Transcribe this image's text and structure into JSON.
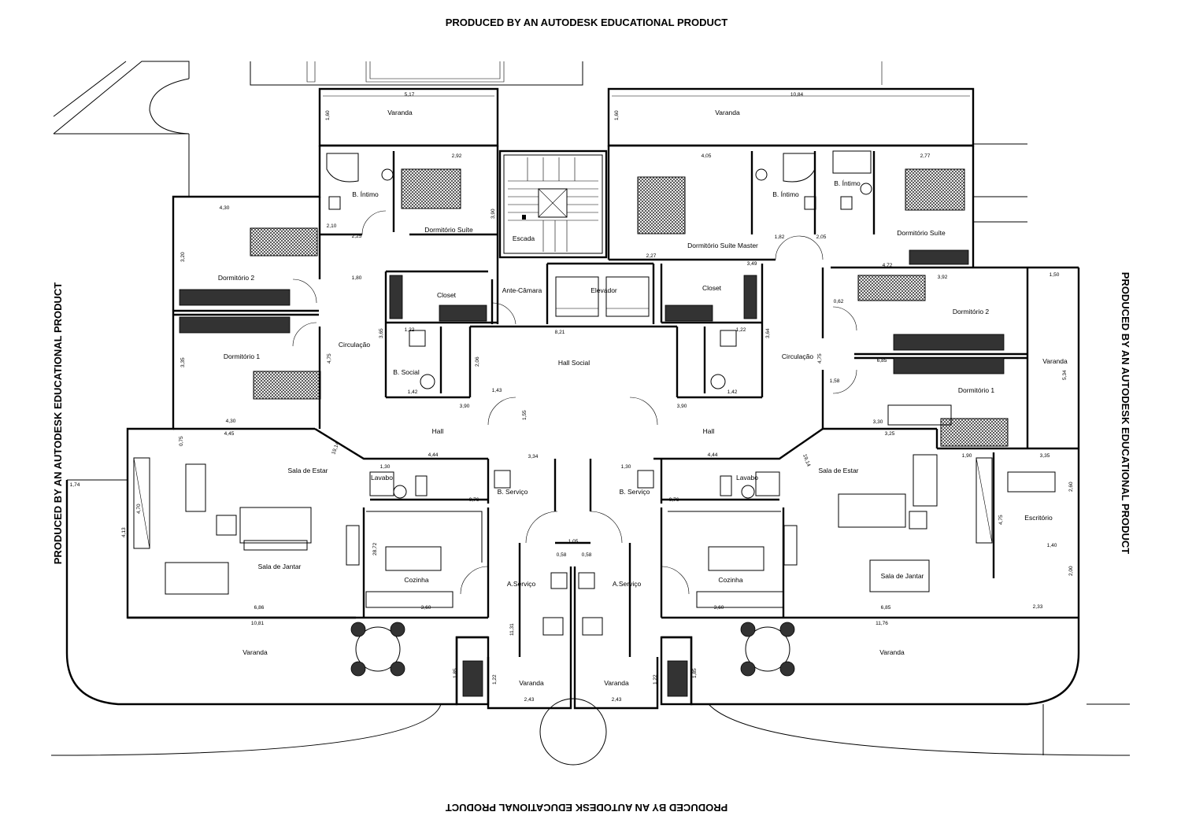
{
  "watermark": {
    "top": "PRODUCED BY AN AUTODESK EDUCATIONAL PRODUCT",
    "bottom": "PRODUCED BY AN AUTODESK EDUCATIONAL PRODUCT",
    "left": "PRODUCED BY AN AUTODESK EDUCATIONAL PRODUCT",
    "right": "PRODUCED BY AN AUTODESK EDUCATIONAL PRODUCT"
  },
  "rooms": {
    "varanda_top_left": "Varanda",
    "varanda_top_right": "Varanda",
    "b_intimo_left": "B. Íntimo",
    "b_intimo_right_a": "B. Íntimo",
    "b_intimo_right_b": "B. Íntimo",
    "dorm_suite_left": "Dormitório Suíte",
    "dorm_suite_master": "Dormitório Suíte Master",
    "dorm_suite_right": "Dormitório Suíte",
    "escada": "Escada",
    "dorm2_left": "Dormitório 2",
    "dorm1_left": "Dormitório 1",
    "dorm2_right": "Dormitório 2",
    "dorm1_right": "Dormitório 1",
    "closet_left": "Closet",
    "closet_right": "Closet",
    "ante_camara": "Ante-Câmara",
    "elevador": "Elevador",
    "circulacao_left": "Circulação",
    "circulacao_right": "Circulação",
    "hall_social": "Hall Social",
    "b_social_left": "B. Social",
    "hall_left": "Hall",
    "hall_right": "Hall",
    "varanda_right_side": "Varanda",
    "sala_estar_left": "Sala de Estar",
    "sala_estar_right": "Sala de Estar",
    "lavabo_left": "Lavabo",
    "lavabo_right": "Lavabo",
    "b_servico_left": "B. Serviço",
    "b_servico_right": "B. Serviço",
    "escritorio": "Escritório",
    "sala_jantar_left": "Sala de Jantar",
    "sala_jantar_right": "Sala de Jantar",
    "cozinha_left": "Cozinha",
    "cozinha_right": "Cozinha",
    "a_servico_left": "A.Serviço",
    "a_servico_right": "A.Serviço",
    "varanda_bottom_left": "Varanda",
    "varanda_bottom_right": "Varanda",
    "varanda_small_left": "Varanda",
    "varanda_small_right": "Varanda"
  },
  "dims": {
    "d_517": "5,17",
    "d_1084": "10,84",
    "d_160a": "1,60",
    "d_160b": "1,60",
    "d_292": "2,92",
    "d_405": "4,05",
    "d_277": "2,77",
    "d_430a": "4,30",
    "d_430b": "4,30",
    "d_320": "3,20",
    "d_335": "3,35",
    "d_210": "2,10",
    "d_225": "2,25",
    "d_180": "1,80",
    "d_390": "3,90",
    "d_227": "2,27",
    "d_349": "3,49",
    "d_182": "1,82",
    "d_205": "2,05",
    "d_472": "4,72",
    "d_150": "1,50",
    "d_392": "3,92",
    "d_062": "0,62",
    "d_821": "8,21",
    "d_122a": "1,22",
    "d_122b": "1,22",
    "d_364": "3,64",
    "d_365": "3,65",
    "d_206": "2,06",
    "d_475a": "4,75",
    "d_475b": "4,75",
    "d_475c": "4,75",
    "d_143": "1,43",
    "d_142a": "1,42",
    "d_142b": "1,42",
    "d_390b": "3,90",
    "d_390c": "3,90",
    "d_685": "6,85",
    "d_330": "3,30",
    "d_534": "5,34",
    "d_155": "1,55",
    "d_445": "4,45",
    "d_325": "3,25",
    "d_075": "0,75",
    "d_444a": "4,44",
    "d_444b": "4,44",
    "d_334": "3,34",
    "d_335b": "3,35",
    "d_130a": "1,30",
    "d_130b": "1,30",
    "d_076a": "0,76",
    "d_076b": "0,76",
    "d_105": "1,05",
    "d_058a": "0,58",
    "d_058b": "0,58",
    "d_158": "1,58",
    "d_190": "1,90",
    "d_174": "1,74",
    "d_470": "4,70",
    "d_413": "4,13",
    "d_686": "6,86",
    "d_1081": "10,81",
    "d_360a": "3,60",
    "d_360b": "3,60",
    "d_685b": "6,85",
    "d_1176": "11,76",
    "d_243a": "2,43",
    "d_243b": "2,43",
    "d_185a": "1,85",
    "d_185b": "1,85",
    "d_122c": "1,22",
    "d_122d": "1,22",
    "d_260": "2,60",
    "d_200": "2,00",
    "d_233": "2,33",
    "d_140": "1,40",
    "d_1914a": "19,14",
    "d_1914b": "19,14",
    "d_2872": "28,72",
    "d_1131": "11,31"
  }
}
